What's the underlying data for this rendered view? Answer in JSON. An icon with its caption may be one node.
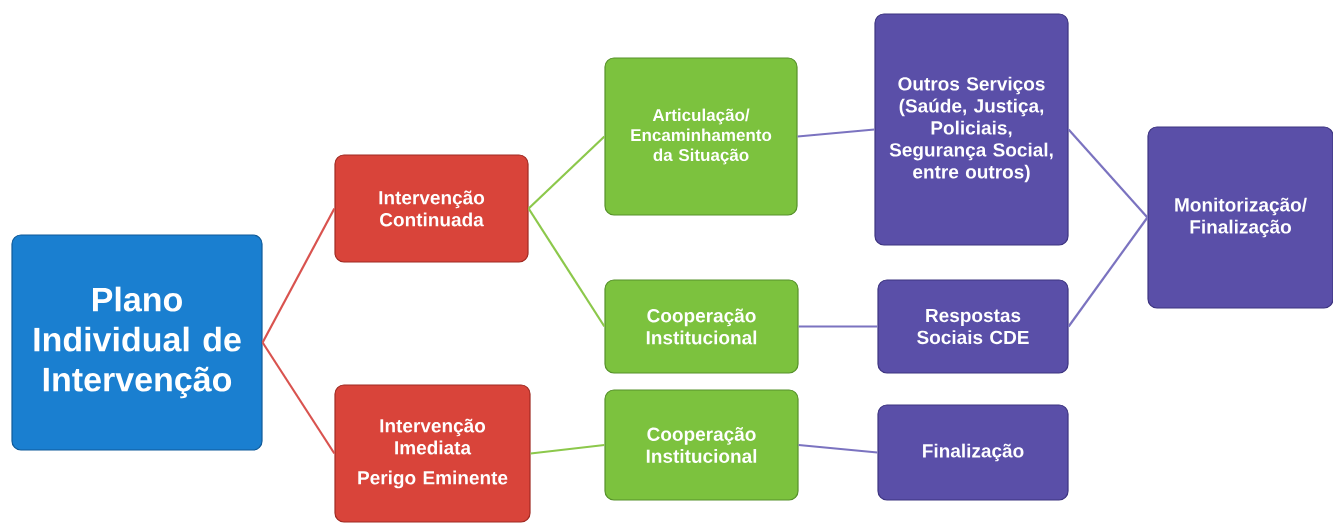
{
  "diagram": {
    "nodes": [
      {
        "text": [
          "Plano Individual de Intervenção"
        ]
      },
      {
        "text": [
          "Intervenção Continuada"
        ]
      },
      {
        "text": [
          "Intervenção Imediata",
          "Perigo Eminente"
        ]
      },
      {
        "text": [
          "Articulação/ Encaminhamento da Situação"
        ]
      },
      {
        "text": [
          "Cooperação Institucional"
        ]
      },
      {
        "text": [
          "Cooperação Institucional"
        ]
      },
      {
        "text": [
          "Outros Serviços (Saúde, Justiça, Policiais, Segurança Social, entre outros)"
        ]
      },
      {
        "text": [
          "Respostas Sociais CDE"
        ]
      },
      {
        "text": [
          "Finalização"
        ]
      },
      {
        "text": [
          "Monitorização/ Finalização"
        ]
      }
    ],
    "edges": [
      {
        "from": 0,
        "to": 1,
        "arrow": "none",
        "color": "#d9534f"
      },
      {
        "from": 0,
        "to": 2,
        "arrow": "none",
        "color": "#d9534f"
      },
      {
        "from": 1,
        "to": 3,
        "arrow": "none",
        "color": "#8cc84b"
      },
      {
        "from": 1,
        "to": 4,
        "arrow": "none",
        "color": "#8cc84b"
      },
      {
        "from": 2,
        "to": 5,
        "arrow": "none",
        "color": "#8cc84b"
      },
      {
        "from": 3,
        "to": 6,
        "arrow": "none"
      },
      {
        "from": 4,
        "to": 7,
        "arrow": "none"
      },
      {
        "from": 5,
        "to": 8,
        "arrow": "none"
      },
      {
        "from": 6,
        "to": 9,
        "arrow": "none"
      },
      {
        "from": 7,
        "to": 9,
        "arrow": "none"
      }
    ]
  }
}
